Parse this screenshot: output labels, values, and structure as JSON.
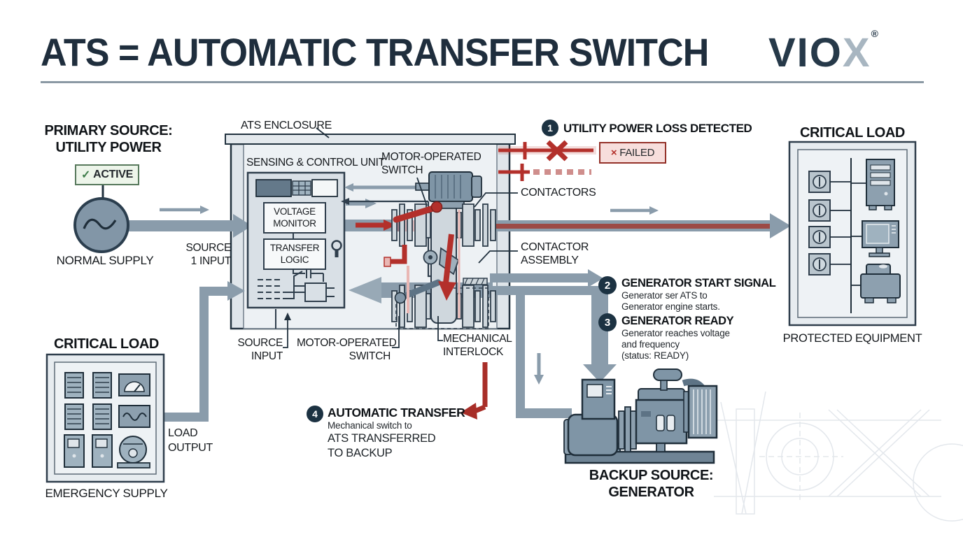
{
  "header": {
    "title": "ATS = AUTOMATIC TRANSFER SWITCH",
    "brand_vio": "VIO",
    "brand_x": "X",
    "registered": "®"
  },
  "colors": {
    "navy_outline": "#22323f",
    "steel_blue": "#7f95a6",
    "pipe_gray": "#8a9cab",
    "panel_fill": "#e7ecf0",
    "alert_red": "#b3302b",
    "status_green": "#3f7d4b",
    "badge_navy": "#1c3242"
  },
  "primary_source": {
    "title_line1": "PRIMARY SOURCE:",
    "title_line2": "UTILITY POWER",
    "status_check": "✓",
    "status": "ACTIVE",
    "caption": "NORMAL SUPPLY",
    "input_line1": "SOURCE",
    "input_line2": "1 INPUT"
  },
  "enclosure": {
    "label": "ATS ENCLOSURE",
    "control_unit_label": "SENSING & CONTROL UNIT",
    "voltage_monitor_line1": "VOLTAGE",
    "voltage_monitor_line2": "MONITOR",
    "transfer_logic_line1": "TRANSFER",
    "transfer_logic_line2": "LOGIC",
    "motor_switch_top_line1": "MOTOR-OPERATED",
    "motor_switch_top_line2": "SWITCH",
    "contactors_label": "CONTACTORS",
    "contactor_assembly_line1": "CONTACTOR",
    "contactor_assembly_line2": "ASSEMBLY",
    "source_input_line1": "SOURCE",
    "source_input_line2": "INPUT",
    "motor_switch_bottom_line1": "MOTOR-OPERATED",
    "motor_switch_bottom_line2": "SWITCH",
    "interlock_line1": "MECHANICAL",
    "interlock_line2": "INTERLOCK"
  },
  "failed_badge": {
    "x_mark": "×",
    "label": "FAILED"
  },
  "callouts": [
    {
      "num": "1",
      "title": "UTILITY POWER LOSS DETECTED"
    },
    {
      "num": "2",
      "title": "GENERATOR START SIGNAL",
      "line1": "Generator ser ATS to",
      "line2": "Generator engine starts."
    },
    {
      "num": "3",
      "title": "GENERATOR READY",
      "line1": "Generator reaches voltage",
      "line2": "and frequency",
      "line3": "(status: READY)"
    },
    {
      "num": "4",
      "title": "AUTOMATIC TRANSFER",
      "line1": "Mechanical switch to",
      "line2": "ATS TRANSFERRED",
      "line3": "TO BACKUP"
    }
  ],
  "critical_load_right": {
    "title": "CRITICAL LOAD",
    "caption": "PROTECTED EQUIPMENT"
  },
  "critical_load_left": {
    "title": "CRITICAL LOAD",
    "caption": "EMERGENCY SUPPLY",
    "output_line1": "LOAD",
    "output_line2": "OUTPUT"
  },
  "backup_source": {
    "title_line1": "BACKUP SOURCE:",
    "title_line2": "GENERATOR"
  }
}
